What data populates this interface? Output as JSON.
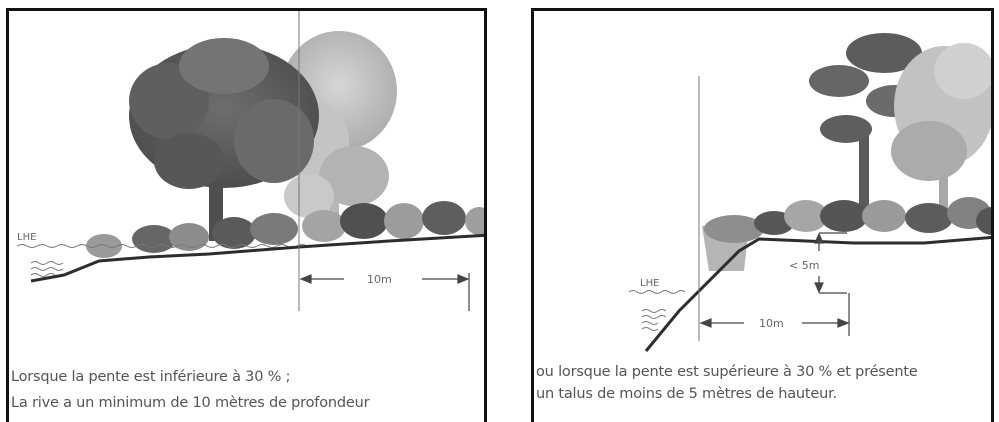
{
  "left_panel": {
    "water_level_label": "LHE",
    "distance_label": "10m",
    "caption_line1": "Lorsque la pente est inférieure à 30 % ;",
    "caption_line2": "La rive a un minimum de 10 mètres de profondeur"
  },
  "right_panel": {
    "water_level_label": "LHE",
    "height_label": "< 5m",
    "distance_label": "10m",
    "caption_line1": "ou lorsque la pente est supérieure à 30 % et présente",
    "caption_line2": "un talus de moins de 5 mètres de hauteur."
  },
  "colors": {
    "frame": "#111111",
    "foliage_dark": "#555555",
    "foliage_mid": "#8a8a8a",
    "foliage_light": "#bdbdbd",
    "line": "#333333"
  }
}
